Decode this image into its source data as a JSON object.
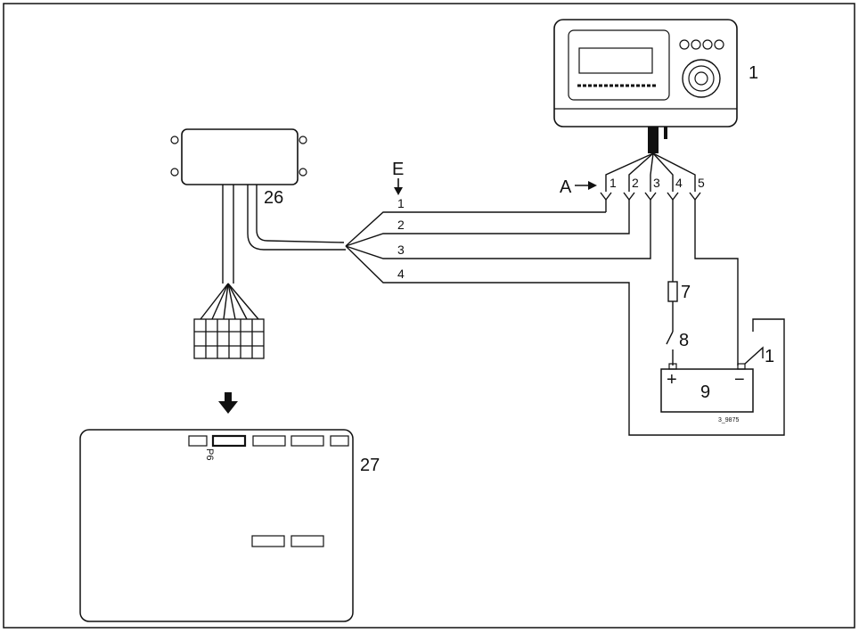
{
  "labels": {
    "control_unit": "1",
    "connector_a": "A",
    "pins_top": [
      "1",
      "2",
      "3",
      "4",
      "5"
    ],
    "harness_e": "E",
    "wires": [
      "1",
      "2",
      "3",
      "4"
    ],
    "module": "26",
    "fuse": "7",
    "switch": "8",
    "battery": "9",
    "battery_plus": "+",
    "battery_minus": "−",
    "ground": "1",
    "ref_code": "3_9875",
    "panel": "27",
    "pin_tag": "P6"
  }
}
